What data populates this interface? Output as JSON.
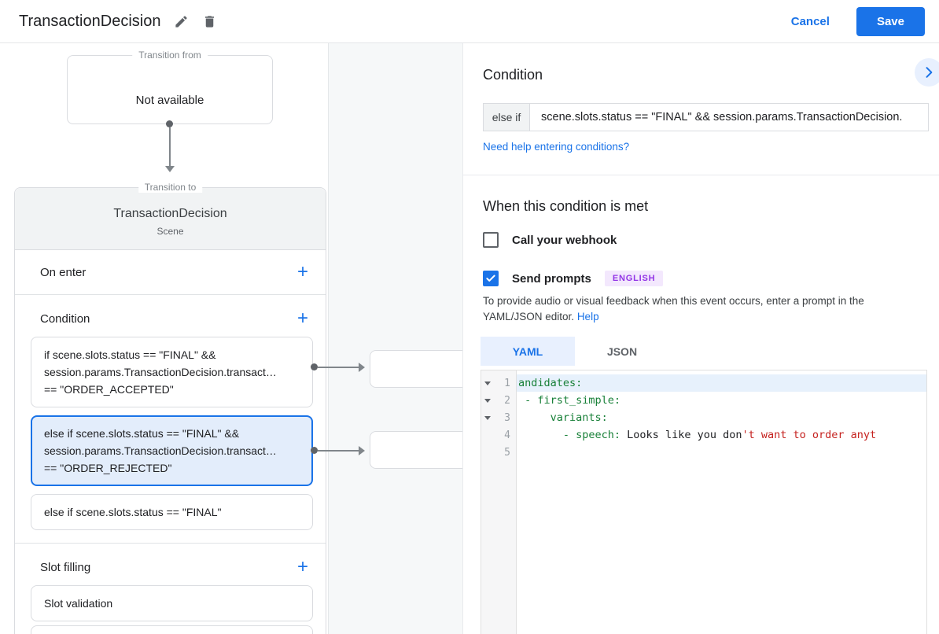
{
  "colors": {
    "accent": "#1a73e8",
    "accent_light": "#e8f0fe",
    "selected_card_bg": "#e3edfb",
    "badge_text": "#9334e6",
    "badge_bg": "#f3e8fd",
    "code_green": "#188038",
    "code_red": "#c5221f"
  },
  "header": {
    "title": "TransactionDecision",
    "cancel_label": "Cancel",
    "save_label": "Save"
  },
  "flow": {
    "transition_from": {
      "label": "Transition from",
      "value": "Not available"
    },
    "transition_to": {
      "label": "Transition to",
      "scene_name": "TransactionDecision",
      "scene_type": "Scene"
    },
    "on_enter": {
      "label": "On enter"
    },
    "condition": {
      "label": "Condition",
      "cards": [
        {
          "line1": "if scene.slots.status == \"FINAL\" &&",
          "line2": "session.params.TransactionDecision.transact…",
          "line3": "== \"ORDER_ACCEPTED\""
        },
        {
          "line1": "else if scene.slots.status == \"FINAL\" &&",
          "line2": "session.params.TransactionDecision.transact…",
          "line3": "== \"ORDER_REJECTED\""
        },
        {
          "line1": "else if scene.slots.status == \"FINAL\"",
          "line2": "",
          "line3": ""
        }
      ]
    },
    "slot_filling": {
      "label": "Slot filling",
      "card_label": "Slot validation"
    }
  },
  "panel": {
    "condition": {
      "heading": "Condition",
      "operator": "else if",
      "expression": "scene.slots.status == \"FINAL\" && session.params.TransactionDecision.",
      "help_link": "Need help entering conditions?"
    },
    "when_met": {
      "heading": "When this condition is met",
      "webhook_label": "Call your webhook",
      "webhook_checked": false,
      "prompts_label": "Send prompts",
      "prompts_checked": true,
      "language_badge": "ENGLISH",
      "description": "To provide audio or visual feedback when this event occurs, enter a prompt in the YAML/JSON editor.",
      "help_label": "Help"
    },
    "editor": {
      "tab_yaml": "YAML",
      "tab_json": "JSON",
      "active_tab": "YAML",
      "lines": [
        {
          "num": "1",
          "green": "andidates:",
          "plain": "",
          "red": ""
        },
        {
          "num": "2",
          "green": " - first_simple:",
          "plain": "",
          "red": ""
        },
        {
          "num": "3",
          "green": "     variants:",
          "plain": "",
          "red": ""
        },
        {
          "num": "4",
          "green": "       - speech:",
          "plain": " Looks like you don",
          "red": "'t want to order anyt"
        },
        {
          "num": "5",
          "green": "",
          "plain": "",
          "red": ""
        }
      ]
    }
  }
}
